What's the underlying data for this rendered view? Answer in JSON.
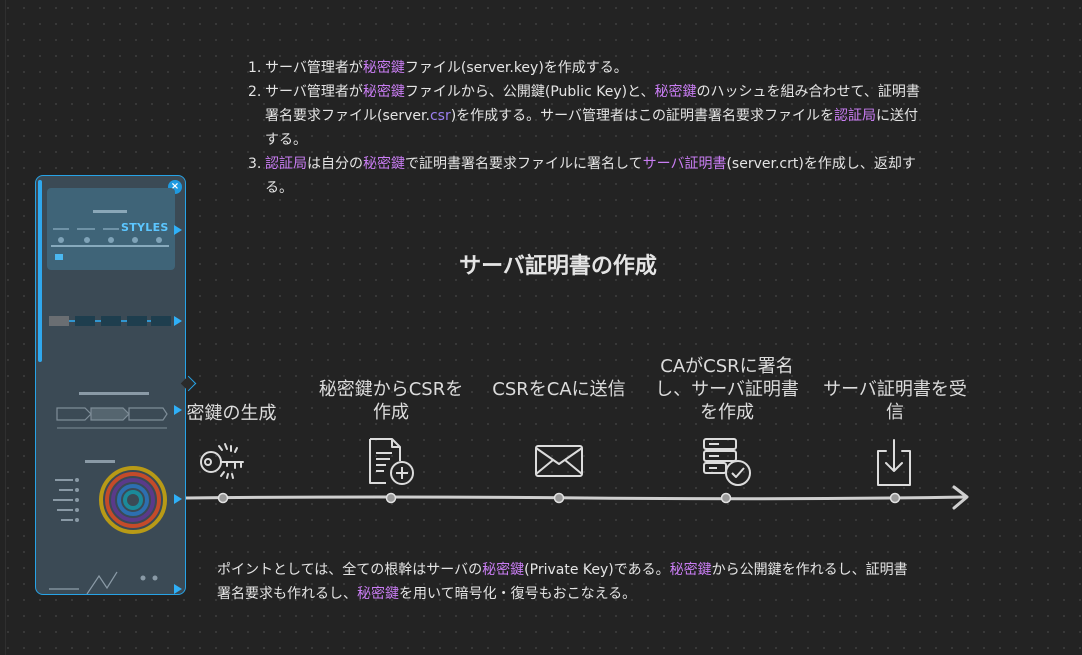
{
  "steps": [
    {
      "num": "1.",
      "parts": [
        {
          "t": "サーバ管理者が"
        },
        {
          "t": "秘密鍵",
          "hl": true
        },
        {
          "t": "ファイル(server.key)を作成する。"
        }
      ]
    },
    {
      "num": "2.",
      "parts": [
        {
          "t": "サーバ管理者が"
        },
        {
          "t": "秘密鍵",
          "hl": true
        },
        {
          "t": "ファイルから、公開鍵(Public Key)と、"
        },
        {
          "t": "秘密鍵",
          "hl": true
        },
        {
          "t": "のハッシュを組み合わせて、証明書署名要求ファイル(server."
        },
        {
          "t": "csr",
          "hl": true
        },
        {
          "t": ")を作成する。サーバ管理者はこの証明書署名要求ファイルを"
        },
        {
          "t": "認証局",
          "hl": true
        },
        {
          "t": "に送付する。"
        }
      ]
    },
    {
      "num": "3.",
      "parts": [
        {
          "t": "認証局",
          "hl": true
        },
        {
          "t": "は自分の"
        },
        {
          "t": "秘密鍵",
          "hl": true
        },
        {
          "t": "で証明書署名要求ファイルに署名して"
        },
        {
          "t": "サーバ証明書",
          "hl": true
        },
        {
          "t": "(server.crt)を作成し、返却する。"
        }
      ]
    }
  ],
  "diagram": {
    "title": "サーバ証明書の作成",
    "stages": [
      {
        "label": "秘密鍵の生成",
        "icon": "key-icon"
      },
      {
        "label": "秘密鍵からCSRを作成",
        "icon": "document-add-icon"
      },
      {
        "label": "CSRをCAに送信",
        "icon": "envelope-icon"
      },
      {
        "label": "CAがCSRに署名し、サーバ証明書を作成",
        "icon": "server-check-icon"
      },
      {
        "label": "サーバ証明書を受信",
        "icon": "download-icon"
      }
    ]
  },
  "note": {
    "parts": [
      {
        "t": "ポイントとしては、全ての根幹はサーバの"
      },
      {
        "t": "秘密鍵",
        "hl": true
      },
      {
        "t": "(Private Key)である。"
      },
      {
        "t": "秘密鍵",
        "hl": true
      },
      {
        "t": "から公開鍵を作れるし、証明書署名要求も作れるし、"
      },
      {
        "t": "秘密鍵",
        "hl": true
      },
      {
        "t": "を用いて暗号化・復号もおこなえる。"
      }
    ]
  },
  "panel": {
    "styles_label": "STYLES",
    "close_icon": "close-icon"
  },
  "colors": {
    "highlight": "#c97df3",
    "accent": "#27a3e6",
    "background": "#232323"
  }
}
